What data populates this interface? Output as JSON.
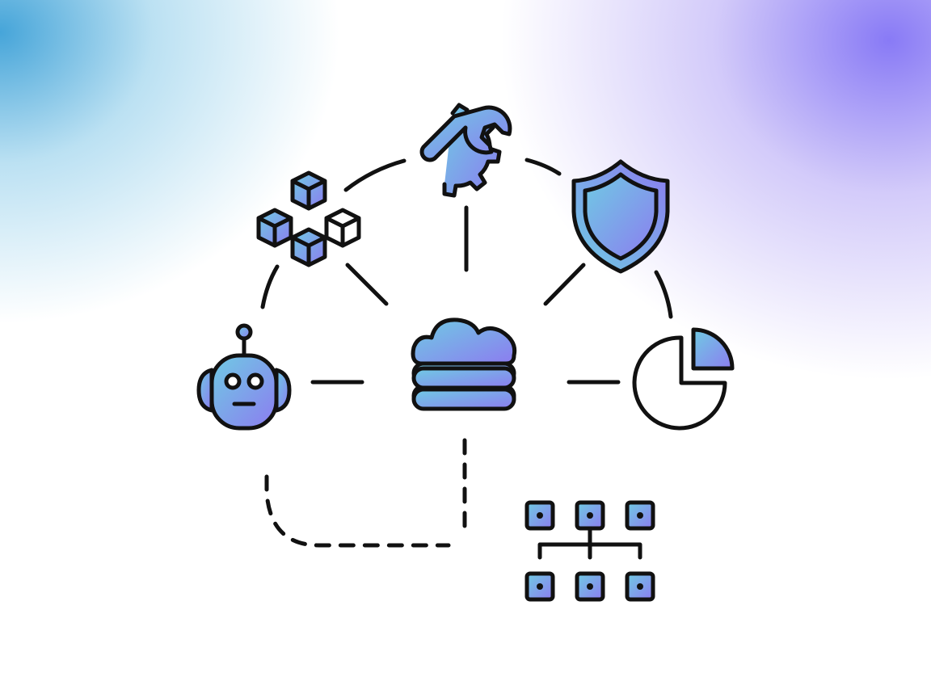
{
  "diagram": {
    "nodes": [
      {
        "id": "tools",
        "icon": "wrench-gear-icon"
      },
      {
        "id": "modules",
        "icon": "cubes-icon"
      },
      {
        "id": "security",
        "icon": "shield-icon"
      },
      {
        "id": "agent",
        "icon": "robot-icon"
      },
      {
        "id": "hub",
        "icon": "cloud-database-icon"
      },
      {
        "id": "analytics",
        "icon": "pie-chart-icon"
      },
      {
        "id": "network",
        "icon": "org-chart-icon"
      }
    ],
    "colors": {
      "gradient_start": "#6fcbe3",
      "gradient_end": "#8c7cf0",
      "stroke": "#111111",
      "background_left": "#3ea0d8",
      "background_right": "#8573f3"
    }
  }
}
